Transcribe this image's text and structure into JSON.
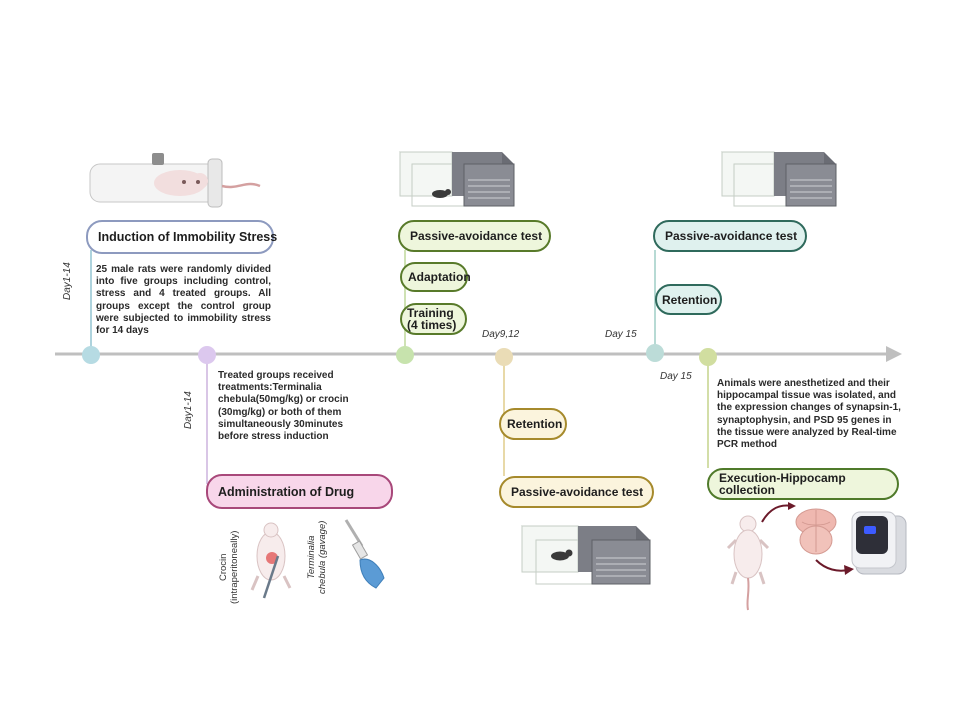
{
  "stages": {
    "induction": {
      "title": "Induction of Immobility Stress",
      "day": "Day1-14",
      "description": "25 male rats were randomly divided into five groups including control, stress and 4 treated groups. All groups except the control group were subjected to immobility stress for 14 days"
    },
    "drug": {
      "title": "Administration of Drug",
      "day": "Day1-14",
      "description": "Treated groups received treatments:Terminalia chebula(50mg/kg) or crocin (30mg/kg) or both of them simultaneously 30minutes before stress induction",
      "route_crocin_line1": "Crocin",
      "route_crocin_line2": "(intraperitoneally)",
      "route_tc_line1": "Terminalia",
      "route_tc_line2": "chebula (gavage)"
    },
    "pat1": {
      "title": "Passive-avoidance test",
      "adaptation": "Adaptation",
      "training_line1": "Training",
      "training_line2": "(4 times)"
    },
    "pat2": {
      "day": "Day9,12",
      "retention": "Retention",
      "title": "Passive-avoidance test"
    },
    "pat3": {
      "day": "Day 15",
      "title": "Passive-avoidance test",
      "retention": "Retention"
    },
    "execution": {
      "day": "Day 15",
      "description": "Animals were anesthetized and their hippocampal tissue was isolated, and the expression changes of synapsin-1, synaptophysin, and PSD 95 genes in the tissue were analyzed by Real-time PCR method",
      "title_line1": "Execution-Hippocamp",
      "title_line2": "collection"
    }
  },
  "colors": {
    "timeline": "#bfbfbf",
    "induction": "#8d9abf",
    "drug": "#a8487a",
    "test_green": "#587a2a",
    "test_yellow": "#a68a2c",
    "test_teal": "#2f6a5c",
    "exec_green": "#4f7a2a"
  }
}
